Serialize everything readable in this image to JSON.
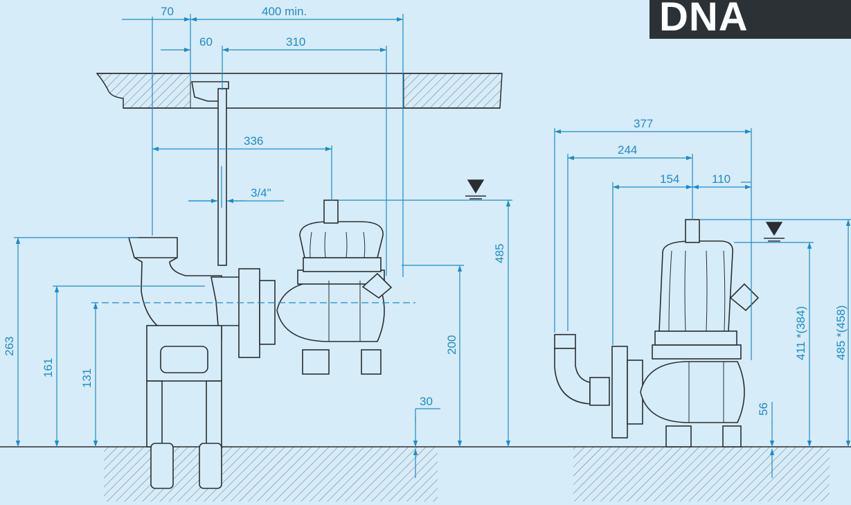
{
  "brand": {
    "label": "DNA",
    "bg": "#2b3135"
  },
  "colors": {
    "background": "#d6ecf8",
    "dimension": "#1f8ac9",
    "outline": "#2a2e31",
    "hatch": "#6b7278"
  },
  "left_view": {
    "dims": {
      "d70": "70",
      "d400": "400 min.",
      "d60": "60",
      "d310": "310",
      "d336": "336",
      "d34": "3/4\"",
      "d485": "485",
      "d263": "263",
      "d161": "161",
      "d131": "131",
      "d200": "200",
      "d30": "30"
    }
  },
  "right_view": {
    "dims": {
      "d377": "377",
      "d244": "244",
      "d154": "154",
      "d110": "110",
      "d411": "411 *(384)",
      "d485": "485 *(458)",
      "d56": "56"
    }
  }
}
